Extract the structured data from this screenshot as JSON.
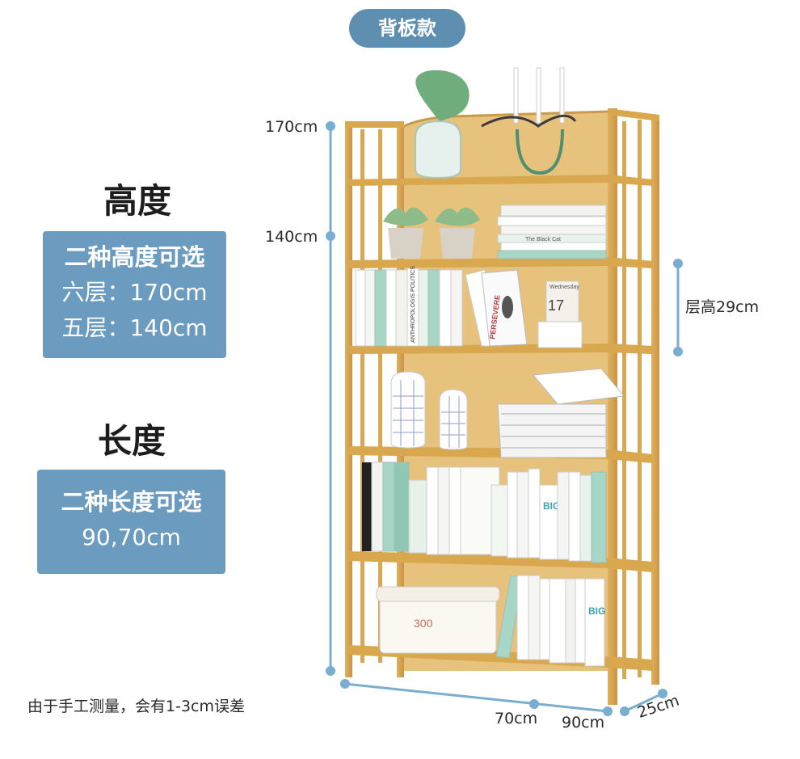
{
  "badge": "背板款",
  "height_section": {
    "heading": "高度",
    "box_title": "二种高度可选",
    "options": [
      "六层：170cm",
      "五层：140cm"
    ]
  },
  "length_section": {
    "heading": "长度",
    "box_title": "二种长度可选",
    "options": [
      "90,70cm"
    ]
  },
  "dimensions": {
    "height_170": "170cm",
    "height_140": "140cm",
    "shelf_height": "层高29cm",
    "width_70": "70cm",
    "width_90": "90cm",
    "depth": "25cm"
  },
  "note": "由于手工测量，会有1-3cm误差",
  "colors": {
    "badge_bg": "#5f8fb0",
    "box_bg": "#6b9bbf",
    "dimension_line": "#7aaed1",
    "bamboo": "#d9a74e",
    "bamboo_dark": "#b9823a"
  },
  "product": {
    "book_titles": [
      "PERSEVERE",
      "ANTHROPOLOGIS POLITICS",
      "The Black Cat",
      "BIG",
      "BIG"
    ],
    "calendar": {
      "day_label": "Wednesday",
      "date": "17"
    },
    "storage_box_label": "300"
  }
}
